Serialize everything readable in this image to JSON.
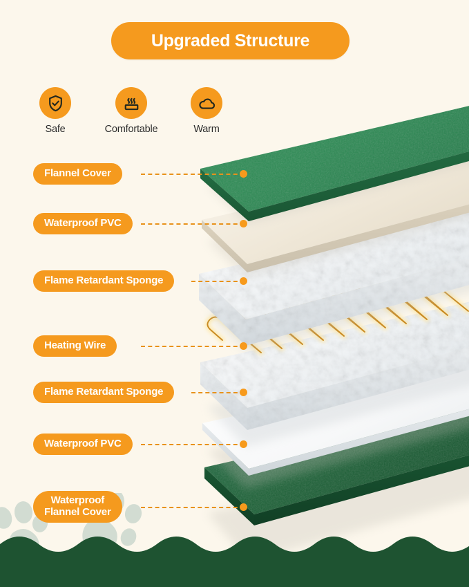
{
  "theme": {
    "background": "#FCF7EC",
    "accent_orange": "#F59A1E",
    "dash_orange": "#E8921B",
    "dot_orange": "#F79A1C",
    "footer_green": "#1E5331",
    "flannel_green": "#2E8B57",
    "bottom_flannel_green": "#1F6339",
    "pvc_cream": "#EFE8DA",
    "sponge_white": "#F4F6F7",
    "wire_gold": "#C98A22",
    "paw_gray": "#D2DCD2"
  },
  "header": {
    "title": "Upgraded Structure"
  },
  "features": [
    {
      "icon": "shield-check-icon",
      "label": "Safe"
    },
    {
      "icon": "heating-pad-steam-icon",
      "label": "Comfortable"
    },
    {
      "icon": "cloud-icon",
      "label": "Warm"
    }
  ],
  "layers": [
    {
      "label": "Flannel Cover",
      "material": "green-flannel"
    },
    {
      "label": "Waterproof PVC",
      "material": "cream-pvc"
    },
    {
      "label": "Flame Retardant Sponge",
      "material": "white-sponge"
    },
    {
      "label": "Heating Wire",
      "material": "gold-serpentine-wire"
    },
    {
      "label": "Flame Retardant Sponge",
      "material": "white-sponge"
    },
    {
      "label": "Waterproof PVC",
      "material": "white-pvc"
    },
    {
      "label": "Waterproof\nFlannel Cover",
      "material": "dark-green-flannel"
    }
  ],
  "decoration": {
    "paw_prints": 2,
    "footer_wave": "scalloped-green-band"
  }
}
